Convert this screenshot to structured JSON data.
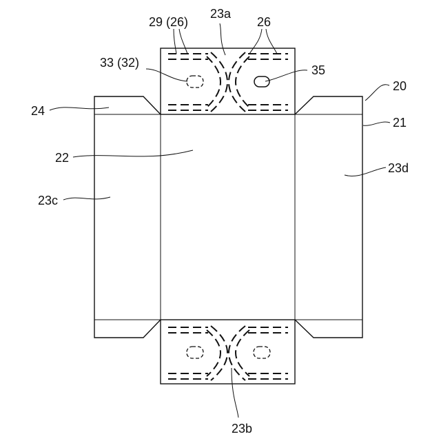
{
  "labels": {
    "l20": "20",
    "l21": "21",
    "l22": "22",
    "l23a": "23a",
    "l23b": "23b",
    "l23c": "23c",
    "l23d": "23d",
    "l24": "24",
    "l26": "26",
    "l29": "29 (26)",
    "l33": "33 (32)",
    "l35": "35"
  }
}
